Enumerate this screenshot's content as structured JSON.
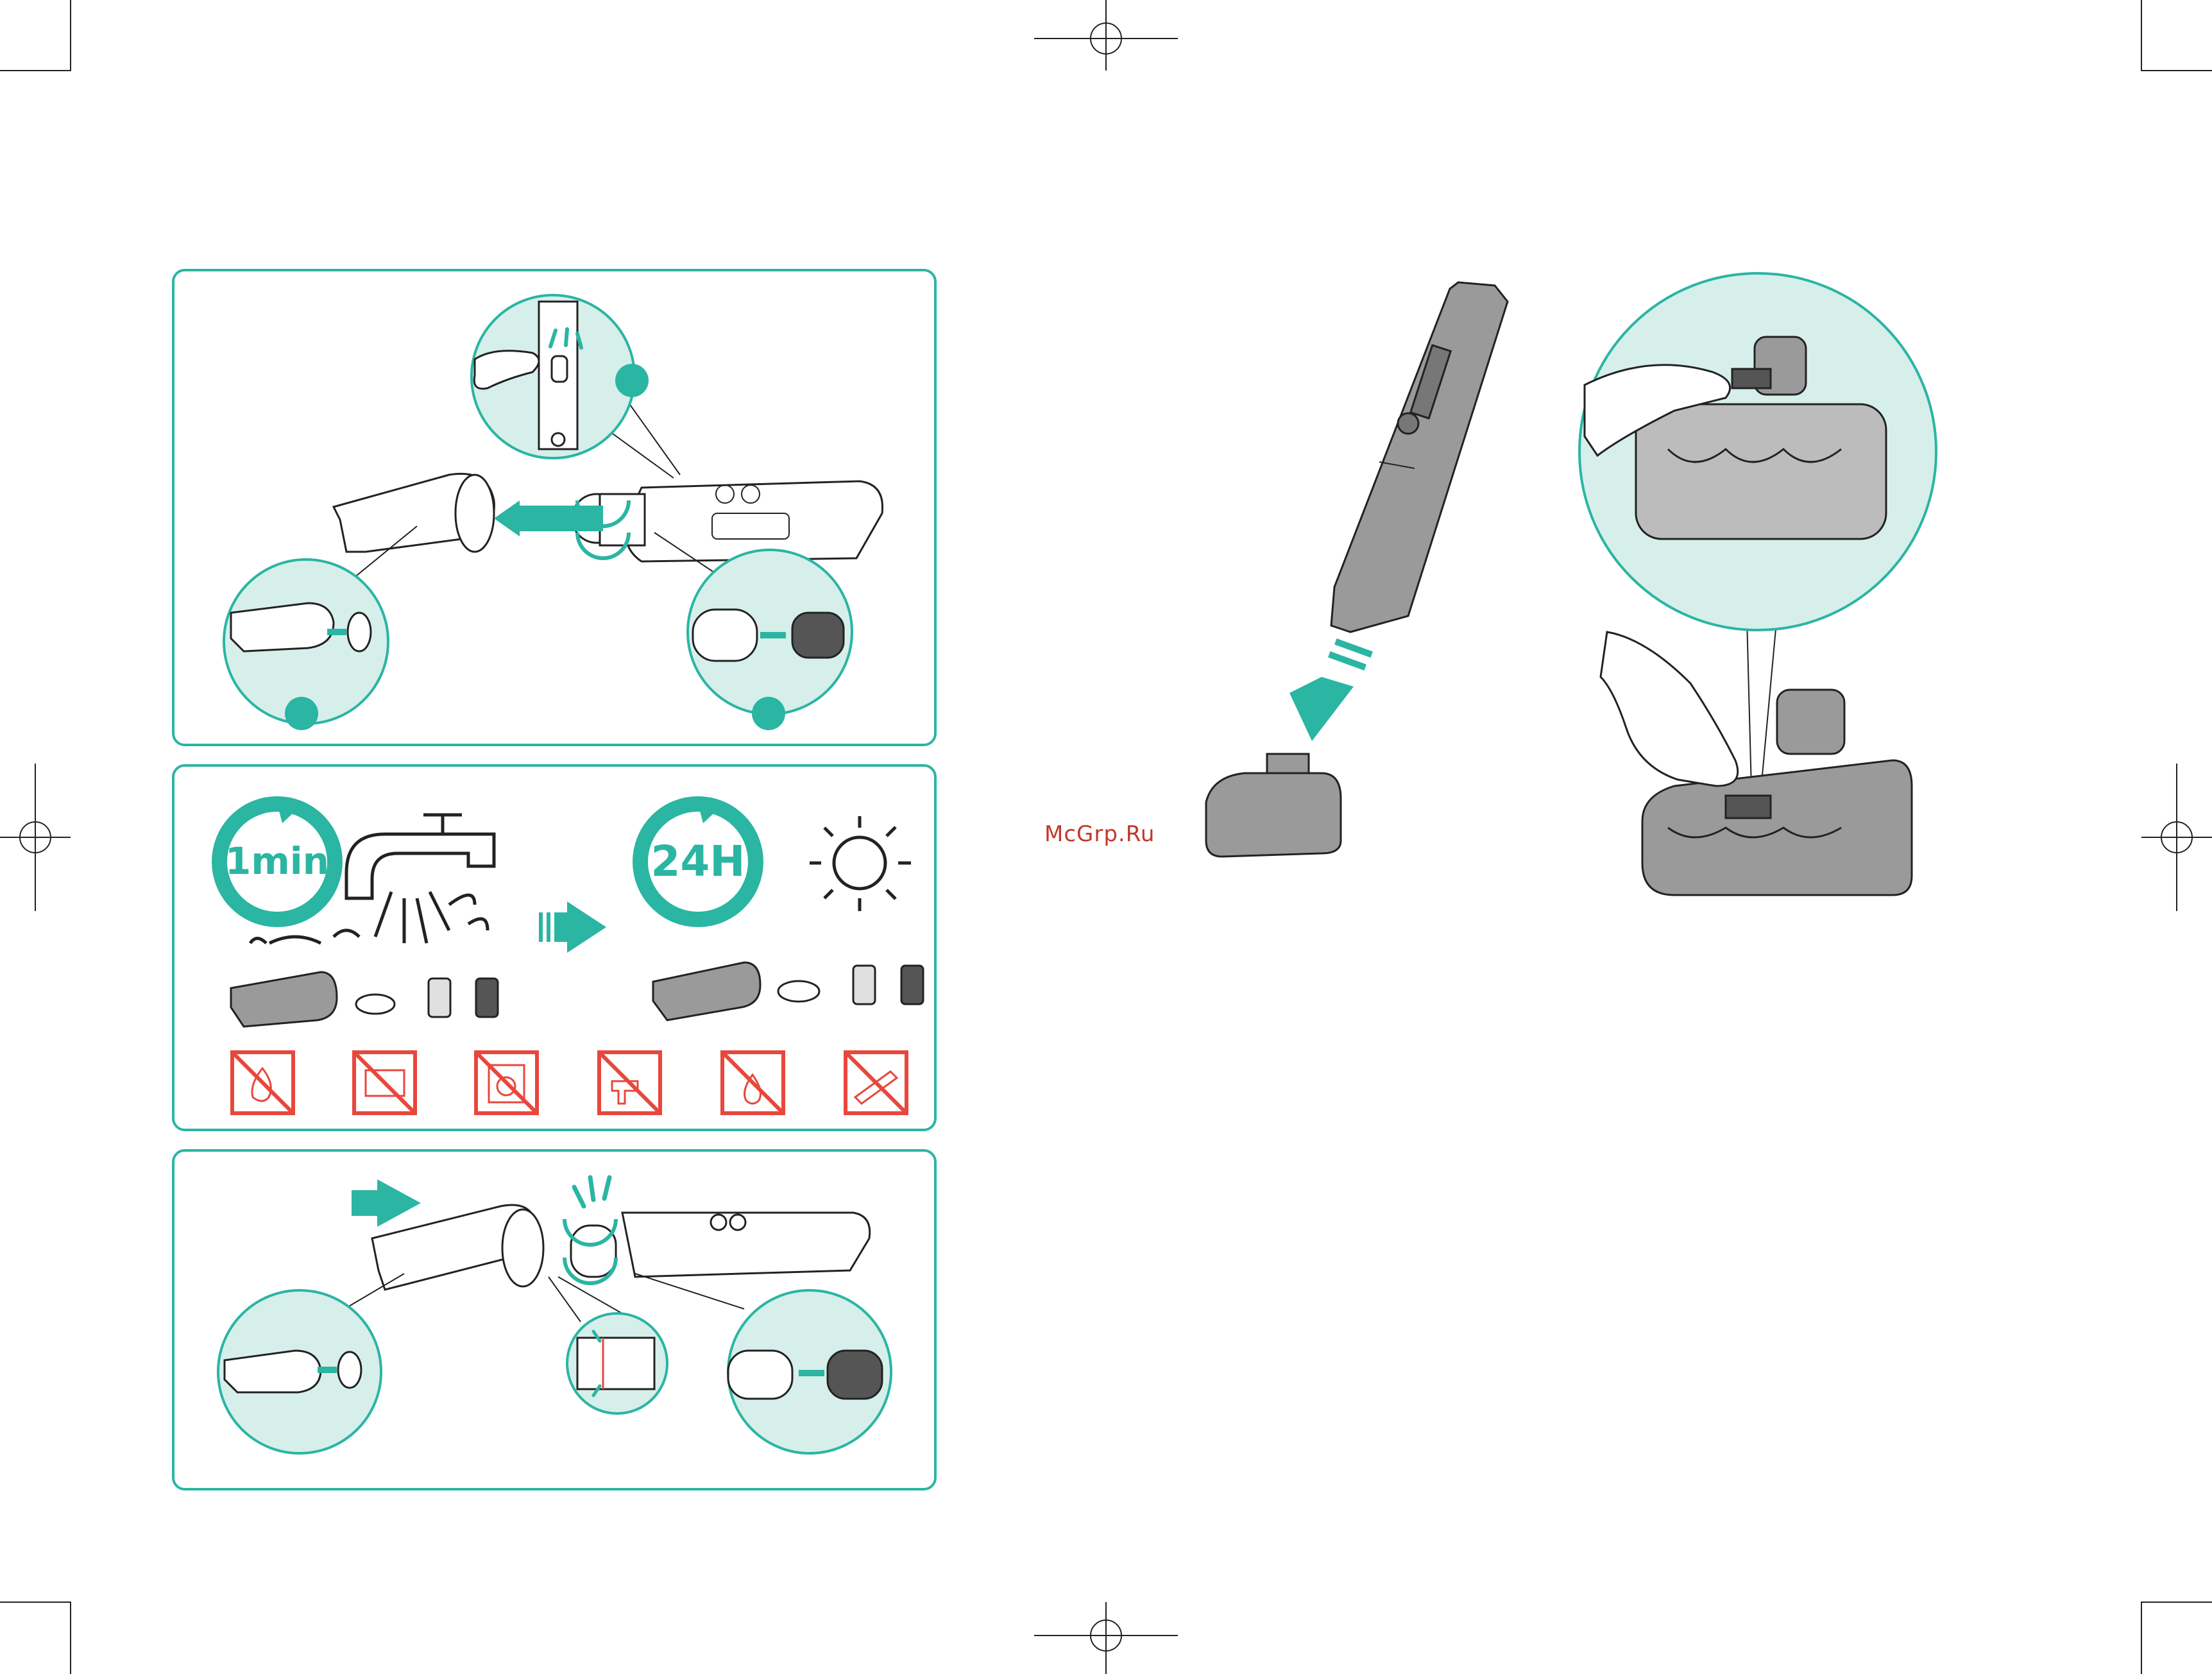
{
  "page": {
    "background": "#ffffff"
  },
  "colors": {
    "accent": "#2bb5a3",
    "accent_light": "#d6efeb",
    "warning": "#e8473c",
    "device_gray": "#9a9a9a",
    "outline": "#222222"
  },
  "steps": {
    "wash": {
      "wash_time_label": "1min",
      "dry_time_label": "24H"
    }
  },
  "prohibitions": [
    {
      "icon": "no-fire-icon"
    },
    {
      "icon": "no-microwave-icon"
    },
    {
      "icon": "no-washing-machine-icon"
    },
    {
      "icon": "no-hair-dryer-icon"
    },
    {
      "icon": "no-hot-water-icon"
    },
    {
      "icon": "no-dishwasher-brush-icon"
    }
  ],
  "watermark": {
    "text": "McGrp.Ru"
  }
}
